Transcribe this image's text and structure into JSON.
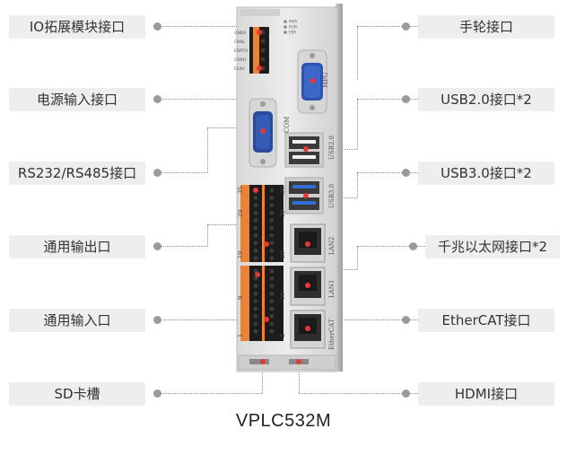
{
  "labels": {
    "io_module": "IO拓展模块接口",
    "power": "电源输入接口",
    "rs232": "RS232/RS485接口",
    "gpo": "通用输出口",
    "gpi": "通用输入口",
    "sd": "SD卡槽",
    "handwheel": "手轮接口",
    "usb2": "USB2.0接口*2",
    "usb3": "USB3.0接口*2",
    "gigabit": "千兆以太网接口*2",
    "ethercat": "EtherCAT接口",
    "hdmi": "HDMI接口"
  },
  "device": {
    "model": "VPLC532M",
    "port_labels": {
      "mpg": "MPG",
      "com": "COM",
      "usb2": "USB2.0",
      "usb3": "USB3.0",
      "lan2": "LAN2",
      "lan1": "LAN1",
      "ethercat": "EtherCAT"
    },
    "terminal_numbers": {
      "n35": "35",
      "n36": "36",
      "n29": "29",
      "n30": "30",
      "n19": "19",
      "n20": "20",
      "n9": "9",
      "n10": "10",
      "n1": "1",
      "n2": "2"
    },
    "power_pins": [
      "GND0",
      "CANL",
      "EARTH",
      "CANH",
      "E24V"
    ],
    "status_leds": [
      "PWR",
      "RUN",
      "ERR"
    ]
  },
  "colors": {
    "marker": "#e53935",
    "terminal_orange": "#e8833a",
    "terminal_black": "#1c1c1c",
    "db9_blue": "#2a4a9a",
    "usb3_blue": "#2f6fd6",
    "panel_gray": "#e4e4e4",
    "label_bg": "#eeeeee"
  }
}
